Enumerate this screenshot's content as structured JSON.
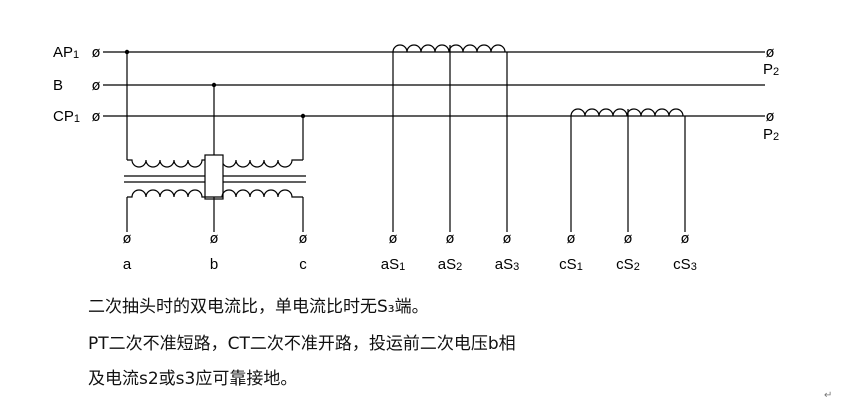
{
  "lines": {
    "ap1": {
      "label": "AP",
      "sub": "1",
      "end_label": "P",
      "end_sub": "2"
    },
    "b": {
      "label": "B"
    },
    "cp1": {
      "label": "CP",
      "sub": "1",
      "end_label": "P",
      "end_sub": "2"
    }
  },
  "terminals": [
    {
      "label": "a",
      "sub": ""
    },
    {
      "label": "b",
      "sub": ""
    },
    {
      "label": "c",
      "sub": ""
    },
    {
      "label": "aS",
      "sub": "1"
    },
    {
      "label": "aS",
      "sub": "2"
    },
    {
      "label": "aS",
      "sub": "3"
    },
    {
      "label": "cS",
      "sub": "1"
    },
    {
      "label": "cS",
      "sub": "2"
    },
    {
      "label": "cS",
      "sub": "3"
    }
  ],
  "notes": [
    "二次抽头时的双电流比，单电流比时无S₃端。",
    "PT二次不准短路，CT二次不准开路，投运前二次电压b相",
    "及电流s2或s3应可靠接地。"
  ],
  "paragraph_mark": "↵",
  "terminal_symbol": "ø"
}
